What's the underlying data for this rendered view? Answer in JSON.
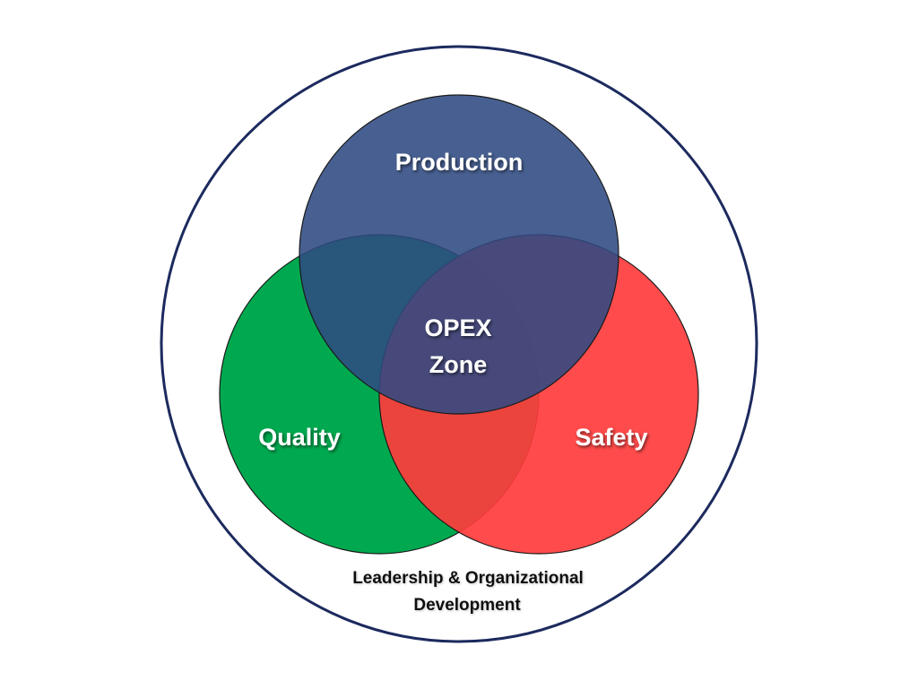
{
  "diagram": {
    "sets": [
      {
        "key": "production",
        "label": "Production",
        "color": "#2f4a82"
      },
      {
        "key": "quality",
        "label": "Quality",
        "color": "#00a94f"
      },
      {
        "key": "safety",
        "label": "Safety",
        "color": "#ff3c3c"
      }
    ],
    "center": {
      "line1": "OPEX",
      "line2": "Zone"
    },
    "outer": {
      "line1": "Leadership & Organizational",
      "line2": "Development",
      "border_color": "#1c2a5e"
    }
  }
}
